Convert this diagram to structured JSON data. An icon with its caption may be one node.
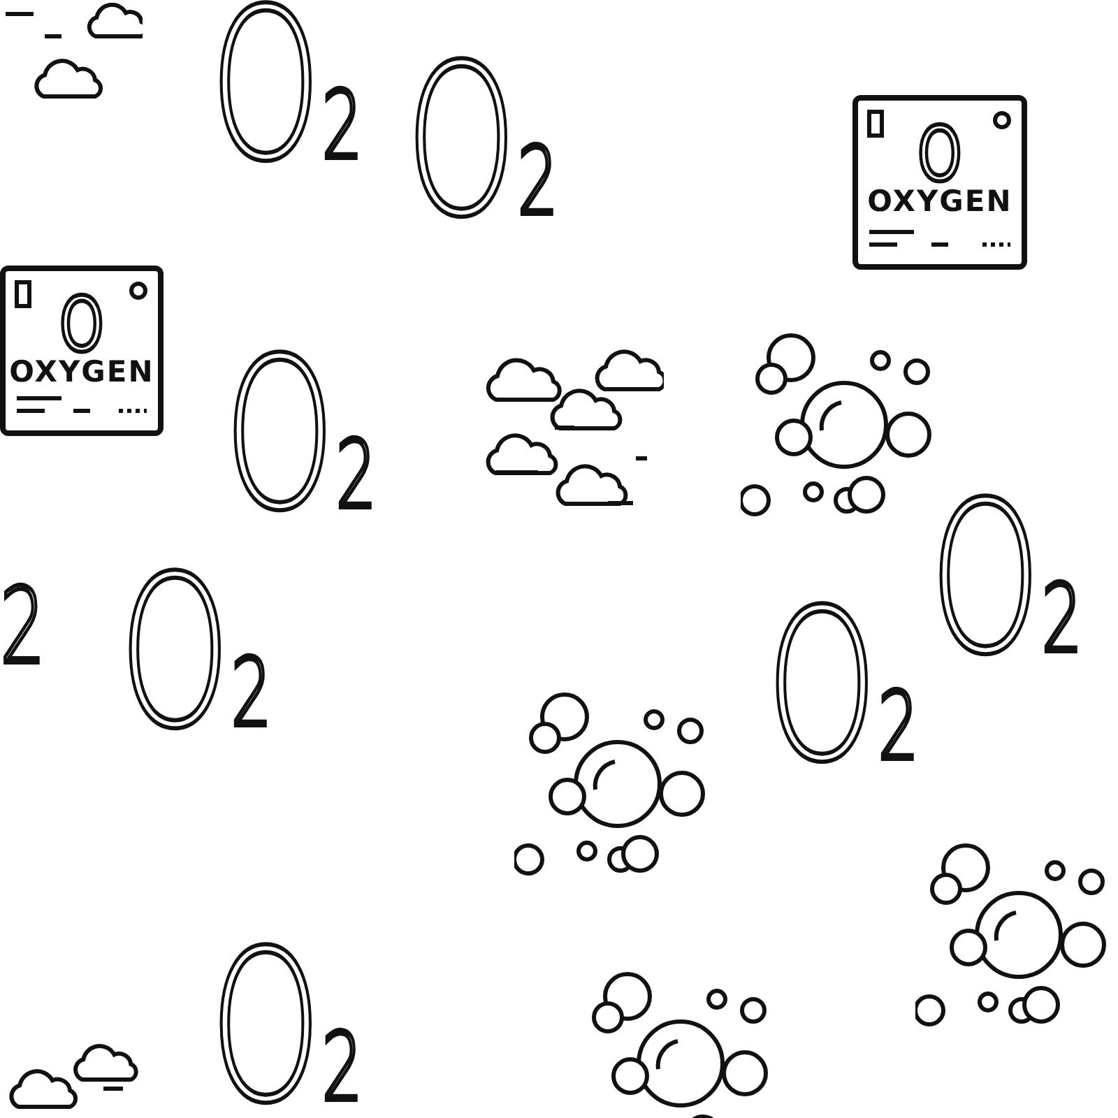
{
  "diagram": {
    "nodes": [
      {
        "text": [
          "O",
          "OXYGEN"
        ]
      },
      {
        "text": [
          "O",
          "OXYGEN"
        ]
      }
    ],
    "edges": [],
    "labels": [
      "O$_{2}$",
      "O$_{2}$",
      "O$_{2}$",
      "2",
      "O$_{2}$",
      "O$_{2}$",
      "O$_{2}$",
      "O$_{2}$"
    ]
  }
}
